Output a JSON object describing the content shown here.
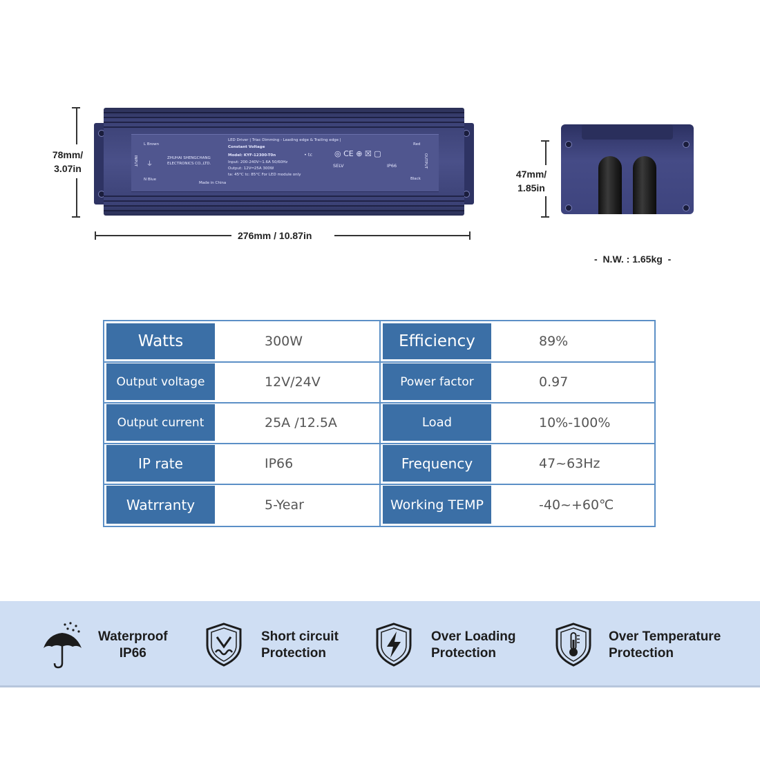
{
  "dimensions": {
    "height_left": [
      "78mm/",
      "3.07in"
    ],
    "length": "276mm / 10.87in",
    "height_end": [
      "47mm/",
      "1.85in"
    ],
    "net_weight": "-  N.W. : 1.65kg  -"
  },
  "device_label": {
    "line1": "LED Driver | Triac Dimming - Leading edge & Trailing edge |",
    "line2": "Constant Voltage",
    "company": [
      "ZHUHAI SHENGCHANG",
      "ELECTRONICS CO.,LTD."
    ],
    "model": "Model: KYF-12300-T0n",
    "input": "Input: 200-240V~1.6A 50/60Hz",
    "output": "Output: 12V⎓25A 300W",
    "temp": "ta: 45°C  tc: 85°C     For LED module only",
    "made": "Made in China",
    "left_terminals": [
      "L Brown",
      "N Blue"
    ],
    "right_terminals": [
      "Red",
      "Black"
    ],
    "side_left": "INPUT",
    "side_right": "OUTPUT",
    "tc": "• tc",
    "selv": "SELV",
    "ip": "IP66"
  },
  "specs": [
    {
      "label": "Watts",
      "value": "300W",
      "label2": "Efficiency",
      "value2": "89%"
    },
    {
      "label": "Output voltage",
      "value": "12V/24V",
      "label2": "Power factor",
      "value2": "0.97"
    },
    {
      "label": "Output current",
      "value": "25A /12.5A",
      "label2": "Load",
      "value2": "10%-100%"
    },
    {
      "label": "IP rate",
      "value": "IP66",
      "label2": "Frequency",
      "value2": "47~63Hz"
    },
    {
      "label": "Watrranty",
      "value": "5-Year",
      "label2": "Working TEMP",
      "value2": "-40~+60℃"
    }
  ],
  "features": [
    {
      "icon": "umbrella-icon",
      "line1": "Waterproof",
      "line2": "IP66"
    },
    {
      "icon": "short-circuit-shield-icon",
      "line1": "Short circuit",
      "line2": "Protection"
    },
    {
      "icon": "lightning-shield-icon",
      "line1": "Over Loading",
      "line2": "Protection"
    },
    {
      "icon": "thermometer-shield-icon",
      "line1": "Over Temperature",
      "line2": "Protection"
    }
  ],
  "colors": {
    "device": "#454b86",
    "table_header": "#3b6fa6",
    "table_border": "#5b8fc6",
    "feature_band": "#cfdef3"
  }
}
